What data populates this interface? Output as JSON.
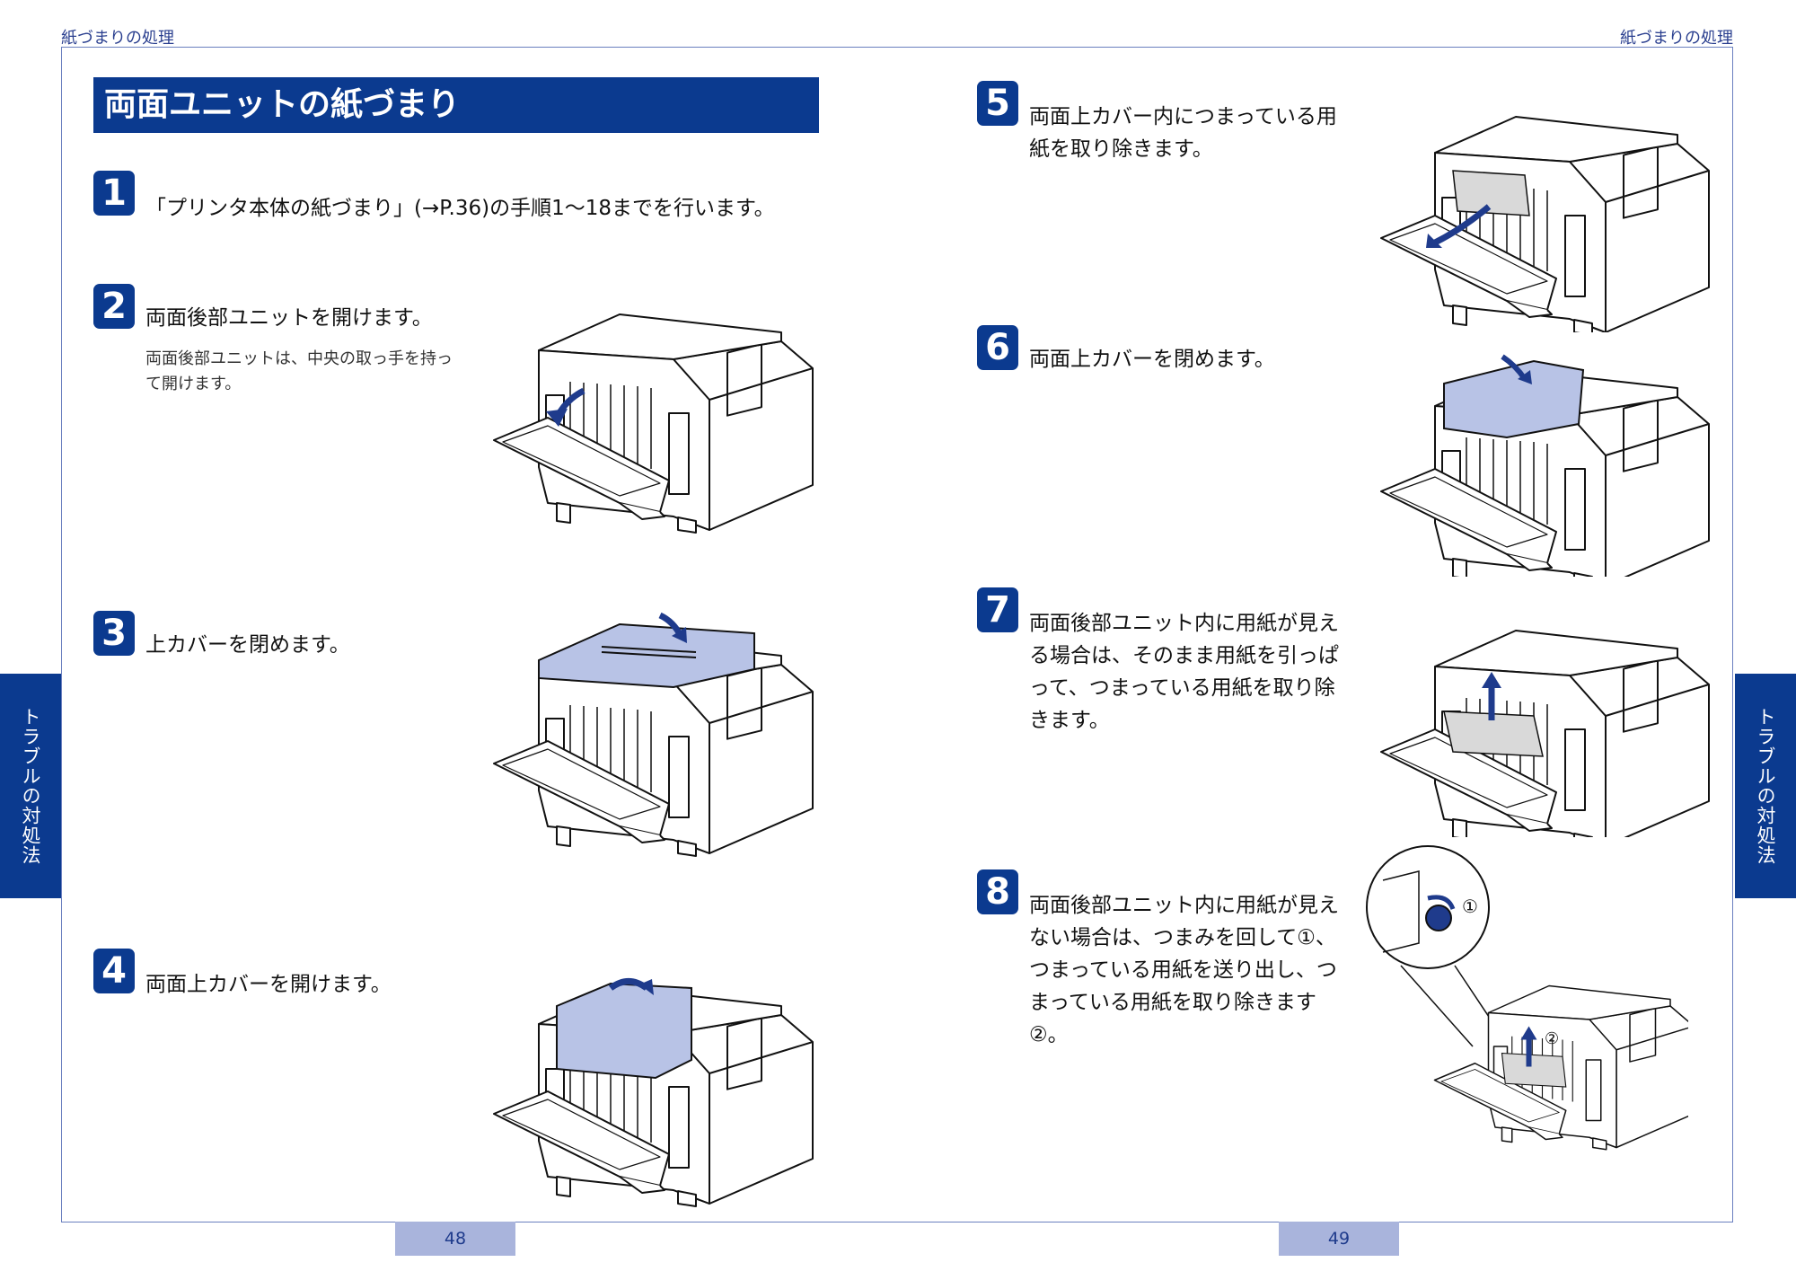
{
  "running_head": {
    "left": "紙づまりの処理",
    "right": "紙づまりの処理"
  },
  "side_tab": {
    "left": "トラブルの対処法",
    "right": "トラブルの対処法"
  },
  "title": "両面ユニットの紙づまり",
  "steps": [
    {
      "number": "1",
      "text": "「プリンタ本体の紙づまり」(→P.36)の手順1〜18までを行います。"
    },
    {
      "number": "2",
      "text": "両面後部ユニットを開けます。",
      "note": "両面後部ユニットは、中央の取っ手を持って開けます。"
    },
    {
      "number": "3",
      "text": "上カバーを閉めます。"
    },
    {
      "number": "4",
      "text": "両面上カバーを開けます。"
    },
    {
      "number": "5",
      "text": "両面上カバー内につまっている用紙を取り除きます。"
    },
    {
      "number": "6",
      "text": "両面上カバーを閉めます。"
    },
    {
      "number": "7",
      "text": "両面後部ユニット内に用紙が見える場合は、そのまま用紙を引っぱって、つまっている用紙を取り除きます。"
    },
    {
      "number": "8",
      "text": "両面後部ユニット内に用紙が見えない場合は、つまみを回して①、つまっている用紙を送り出し、つまっている用紙を取り除きます②。"
    }
  ],
  "callouts": {
    "knob": "①",
    "paper": "②"
  },
  "page_numbers": {
    "left": "48",
    "right": "49"
  },
  "colors": {
    "accent": "#0b3a8f",
    "tab_light": "#a9b4dc",
    "highlight": "#b8c3e6"
  }
}
